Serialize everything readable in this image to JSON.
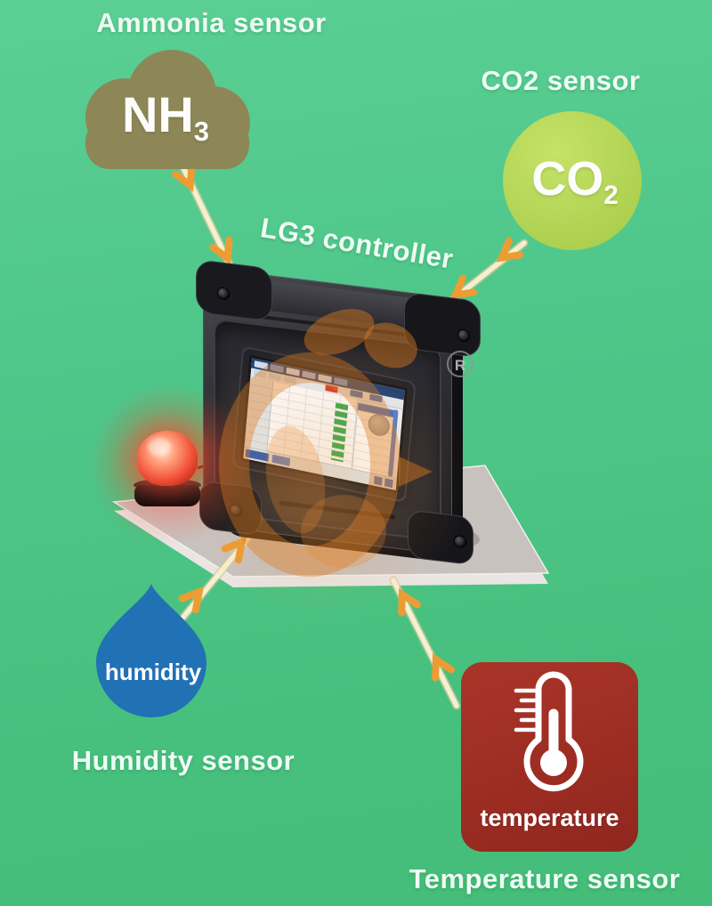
{
  "nodes": {
    "ammonia": {
      "title": "Ammonia sensor",
      "formula": "NH",
      "formula_subscript": "3"
    },
    "co2": {
      "title": "CO2 sensor",
      "formula": "CO",
      "formula_subscript": "2"
    },
    "controller": {
      "title": "LG3 controller"
    },
    "humidity": {
      "title": "Humidity sensor",
      "label": "humidity"
    },
    "temperature": {
      "title": "Temperature sensor",
      "label": "temperature"
    }
  },
  "watermark": {
    "registered_mark": "R"
  },
  "colors": {
    "background_top": "#5bcf94",
    "background_bottom": "#45bf7b",
    "ammonia_cloud": "#8d8758",
    "co2_circle": "#b7d95c",
    "humidity_droplet": "#2171b5",
    "temperature_box": "#9e2d24",
    "arrow_shaft": "#f6f0d0",
    "arrow_shaft_edge": "#d9c99c",
    "arrow_head": "#eb9d33",
    "platform": "#c8c2bf",
    "platform_edge": "#e9e5e2",
    "device_body": "#2a2a30",
    "alarm_light": "#f2543a",
    "watermark_orange": "#de7a20"
  }
}
